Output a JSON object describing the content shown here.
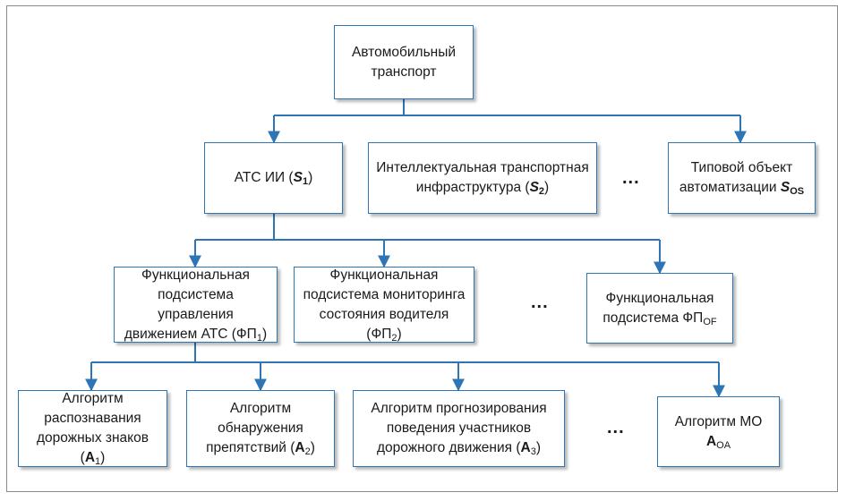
{
  "root": {
    "line1": "Автомобильный",
    "line2": "транспорт"
  },
  "level1": {
    "ats": {
      "pre": "АТС ИИ (",
      "sym": "S",
      "sub": "1",
      "post": ")"
    },
    "its": {
      "line1": "Интеллектуальная транспортная",
      "pre": "инфраструктура (",
      "sym": "S",
      "sub": "2",
      "post": ")"
    },
    "typ": {
      "line1": "Типовой объект",
      "pre": "автоматизации ",
      "sym": "S",
      "sub": "OS"
    },
    "ellipsis": "..."
  },
  "level2": {
    "fp1": {
      "line1": "Функциональная",
      "line2": "подсистема управления",
      "pre": "движением АТС (ФП",
      "sub": "1",
      "post": ")"
    },
    "fp2": {
      "line1": "Функциональная",
      "line2": "подсистема мониторинга",
      "pre": "состояния водителя (ФП",
      "sub": "2",
      "post": ")"
    },
    "fpof": {
      "line1": "Функциональная",
      "pre": "подсистема ФП",
      "sub": "OF"
    },
    "ellipsis": "..."
  },
  "level3": {
    "a1": {
      "line1": "Алгоритм",
      "line2": "распознавания",
      "pre": "дорожных знаков (",
      "sym": "A",
      "sub": "1",
      "post": ")"
    },
    "a2": {
      "line1": "Алгоритм",
      "line2": "обнаружения",
      "pre": "препятствий (",
      "sym": "A",
      "sub": "2",
      "post": ")"
    },
    "a3": {
      "line1": "Алгоритм прогнозирования",
      "line2": "поведения участников",
      "pre": "дорожного движения (",
      "sym": "A",
      "sub": "3",
      "post": ")"
    },
    "amo": {
      "line1": "Алгоритм МО",
      "sym": "A",
      "sub": "OA"
    },
    "ellipsis": "..."
  },
  "colors": {
    "border": "#2e75b6",
    "connector": "#2e75b6"
  }
}
